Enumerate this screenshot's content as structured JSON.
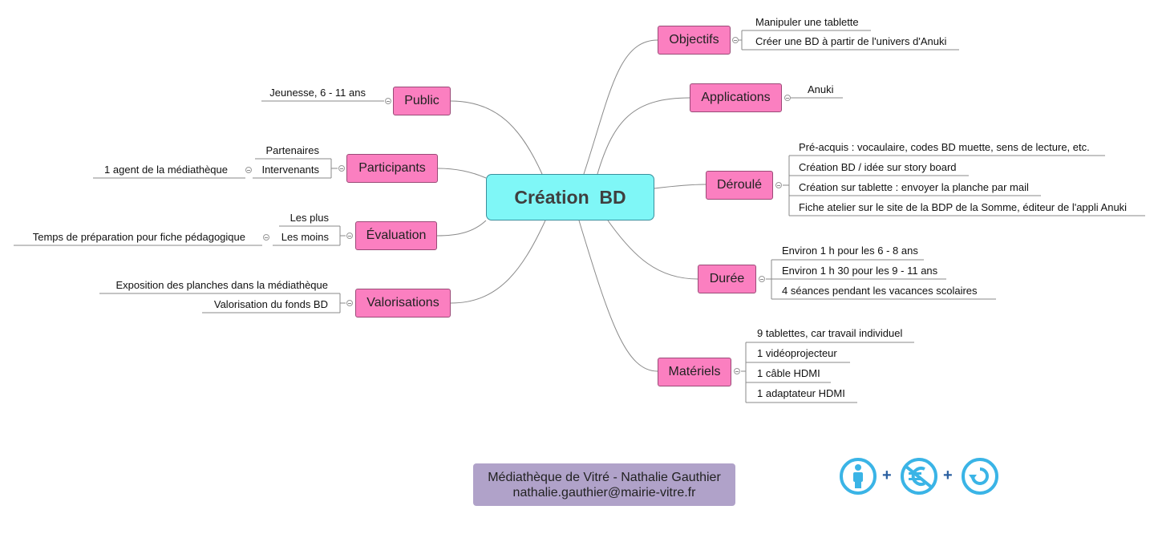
{
  "center": {
    "label": "Création  BD"
  },
  "branches": {
    "objectifs": {
      "label": "Objectifs",
      "leaves": [
        "Manipuler une tablette",
        "Créer une BD à partir de l'univers d'Anuki"
      ]
    },
    "applications": {
      "label": "Applications",
      "leaves": [
        "Anuki"
      ]
    },
    "deroule": {
      "label": "Déroulé",
      "leaves": [
        "Pré-acquis : vocaulaire, codes BD muette, sens de lecture, etc.",
        "Création BD / idée sur story board",
        "Création sur tablette : envoyer la planche par mail",
        "Fiche atelier sur le site de la BDP de la Somme, éditeur de l'appli Anuki"
      ]
    },
    "duree": {
      "label": "Durée",
      "leaves": [
        "Environ 1 h pour les 6 - 8 ans",
        "Environ 1 h 30 pour les 9 - 11 ans",
        "4 séances pendant les vacances scolaires"
      ]
    },
    "materiels": {
      "label": "Matériels",
      "leaves": [
        "9 tablettes, car travail individuel",
        "1 vidéoprojecteur",
        "1 câble HDMI",
        "1 adaptateur HDMI"
      ]
    },
    "public": {
      "label": "Public",
      "leaves": [
        "Jeunesse, 6 - 11 ans"
      ]
    },
    "participants": {
      "label": "Participants",
      "leaves": [
        "Partenaires",
        "Intervenants"
      ],
      "sub": "1 agent de la médiathèque"
    },
    "evaluation": {
      "label": "Évaluation",
      "leaves": [
        "Les plus",
        "Les moins"
      ],
      "sub": "Temps de préparation pour fiche pédagogique"
    },
    "valorisations": {
      "label": "Valorisations",
      "leaves": [
        "Exposition des planches dans la médiathèque",
        "Valorisation du fonds BD"
      ]
    }
  },
  "footer": {
    "line1": "Médiathèque de Vitré - Nathalie Gauthier",
    "line2": "nathalie.gauthier@mairie-vitre.fr"
  },
  "license": {
    "icons": [
      "attribution-icon",
      "non-commercial-icon",
      "share-alike-icon"
    ],
    "separator": "+"
  },
  "colors": {
    "center": "#7ff7f7",
    "branch": "#fb7fc0",
    "footer": "#b0a2c9",
    "license": "#3ab4e6"
  }
}
